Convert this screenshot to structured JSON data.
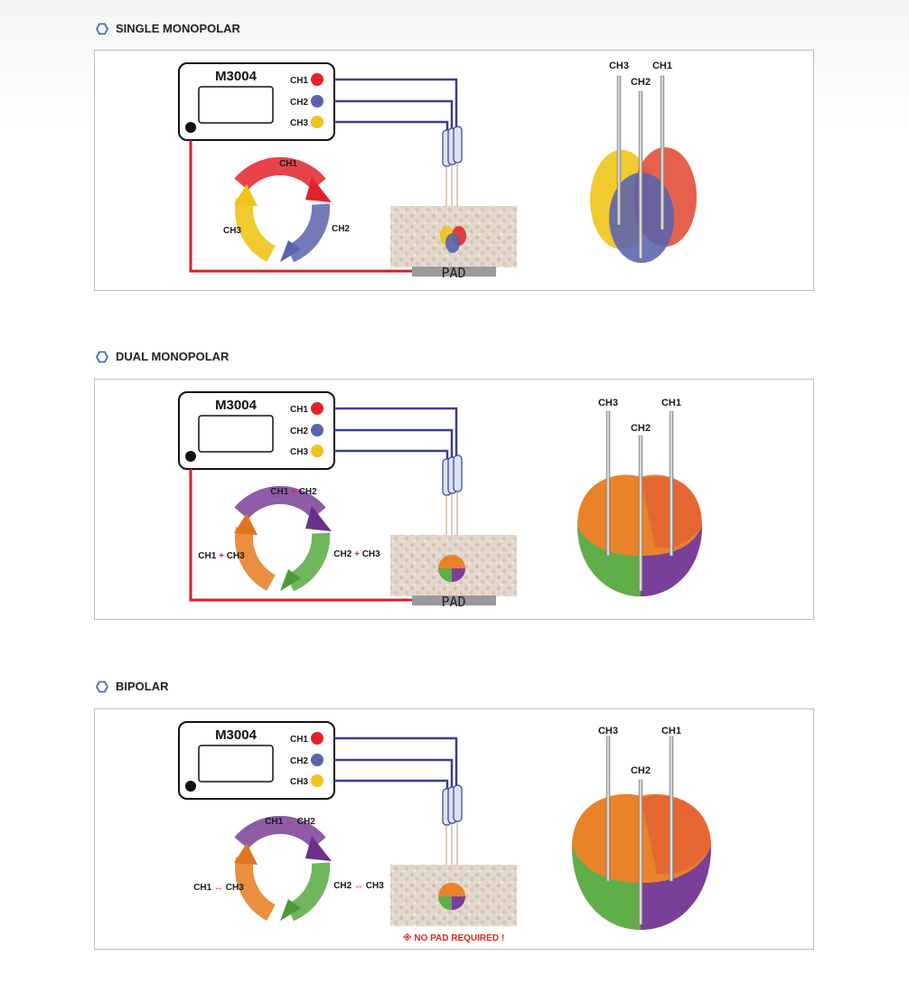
{
  "sections": [
    {
      "title": "SINGLE MONOPOLAR",
      "device_label": "M3004",
      "channels": [
        "CH1",
        "CH2",
        "CH3"
      ],
      "cycle_labels": [
        "CH1",
        "CH2",
        "CH3"
      ],
      "cycle_mid": [
        "",
        "",
        ""
      ],
      "pad_label": "PAD",
      "note": "",
      "probe_labels": [
        "CH3",
        "CH2",
        "CH1"
      ]
    },
    {
      "title": "DUAL MONOPOLAR",
      "device_label": "M3004",
      "channels": [
        "CH1",
        "CH2",
        "CH3"
      ],
      "cycle_labels": [
        "CH1 + CH2",
        "CH2 + CH3",
        "CH1 + CH3"
      ],
      "cycle_mid": [
        "+",
        "+",
        "+"
      ],
      "pad_label": "PAD",
      "note": "",
      "probe_labels": [
        "CH3",
        "CH2",
        "CH1"
      ]
    },
    {
      "title": "BIPOLAR",
      "device_label": "M3004",
      "channels": [
        "CH1",
        "CH2",
        "CH3"
      ],
      "cycle_labels": [
        "CH1 ↔ CH2",
        "CH2 ↔ CH3",
        "CH1 ↔ CH3"
      ],
      "cycle_mid": [
        "↔",
        "↔",
        "↔"
      ],
      "pad_label": "",
      "note": "※ NO PAD REQUIRED !",
      "probe_labels": [
        "CH3",
        "CH2",
        "CH1"
      ]
    }
  ],
  "colors": {
    "ch1": "#e3222b",
    "ch2": "#5a63ad",
    "ch3": "#f0c419",
    "cable": "#3b3f8f",
    "pad_wire": "#d4202a",
    "pad": "#9a9a9a",
    "orange": "#e8832a",
    "green": "#5fae4a",
    "purple": "#7a3f98"
  },
  "icons": {
    "section_marker": "hexagon-outline-icon"
  }
}
